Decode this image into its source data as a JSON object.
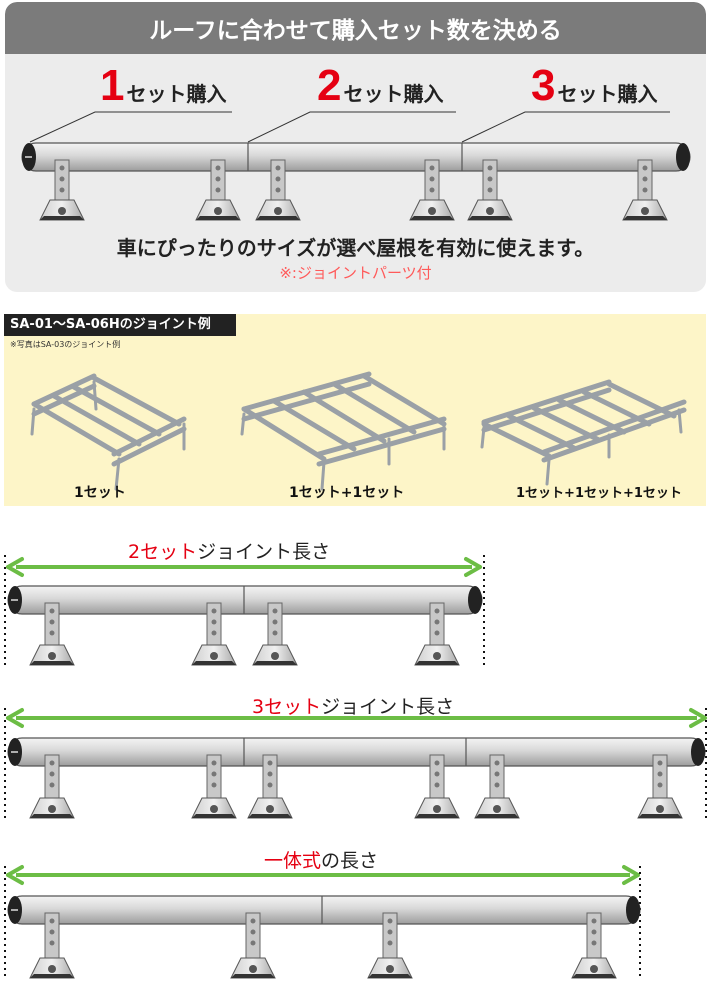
{
  "panel1": {
    "header": "ルーフに合わせて購入セット数を決める",
    "sets": [
      {
        "num": "1",
        "label": "セット購入"
      },
      {
        "num": "2",
        "label": "セット購入"
      },
      {
        "num": "3",
        "label": "セット購入"
      }
    ],
    "tagline": "車にぴったりのサイズが選べ屋根を有効に使えます。",
    "note": "※:ジョイントパーツ付"
  },
  "panel2": {
    "title": "SA-01～SA-06Hのジョイント例",
    "subtitle": "※写真はSA-03のジョイント例",
    "captions": [
      "1セット",
      "1セット+1セット",
      "1セット+1セット+1セット"
    ]
  },
  "diagrams": [
    {
      "highlight": "2セット",
      "rest": "ジョイント長さ"
    },
    {
      "highlight": "3セット",
      "rest": "ジョイント長さ"
    },
    {
      "highlight": "一体式",
      "rest": "の長さ"
    }
  ],
  "colors": {
    "accent_red": "#e50012",
    "arrow_green": "#6cbd45",
    "header_gray": "#7b7b7b"
  }
}
